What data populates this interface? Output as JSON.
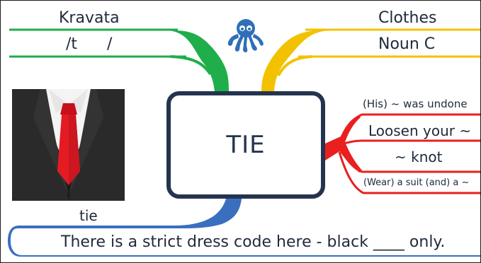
{
  "center": {
    "word": "TIE"
  },
  "top_left": {
    "translation": "Kravata",
    "pronunciation": "/t      /"
  },
  "top_right": {
    "meaning": "Clothes",
    "grammar": "Noun C"
  },
  "right_collocations": [
    "(His) ~ was undone",
    "Loosen your ~",
    "~ knot",
    "(Wear) a suit (and) a ~"
  ],
  "image": {
    "caption": "tie",
    "alt": "suit and red tie illustration"
  },
  "example": {
    "sentence": "There is a strict dress code here - black ____ only."
  },
  "colors": {
    "green": "#1fae49",
    "yellow": "#f2c200",
    "red": "#e8201f",
    "blue": "#3a6fc0",
    "navy": "#24344f",
    "logo": "#2e6fb7"
  },
  "icons": {
    "logo": "octopus-icon"
  }
}
